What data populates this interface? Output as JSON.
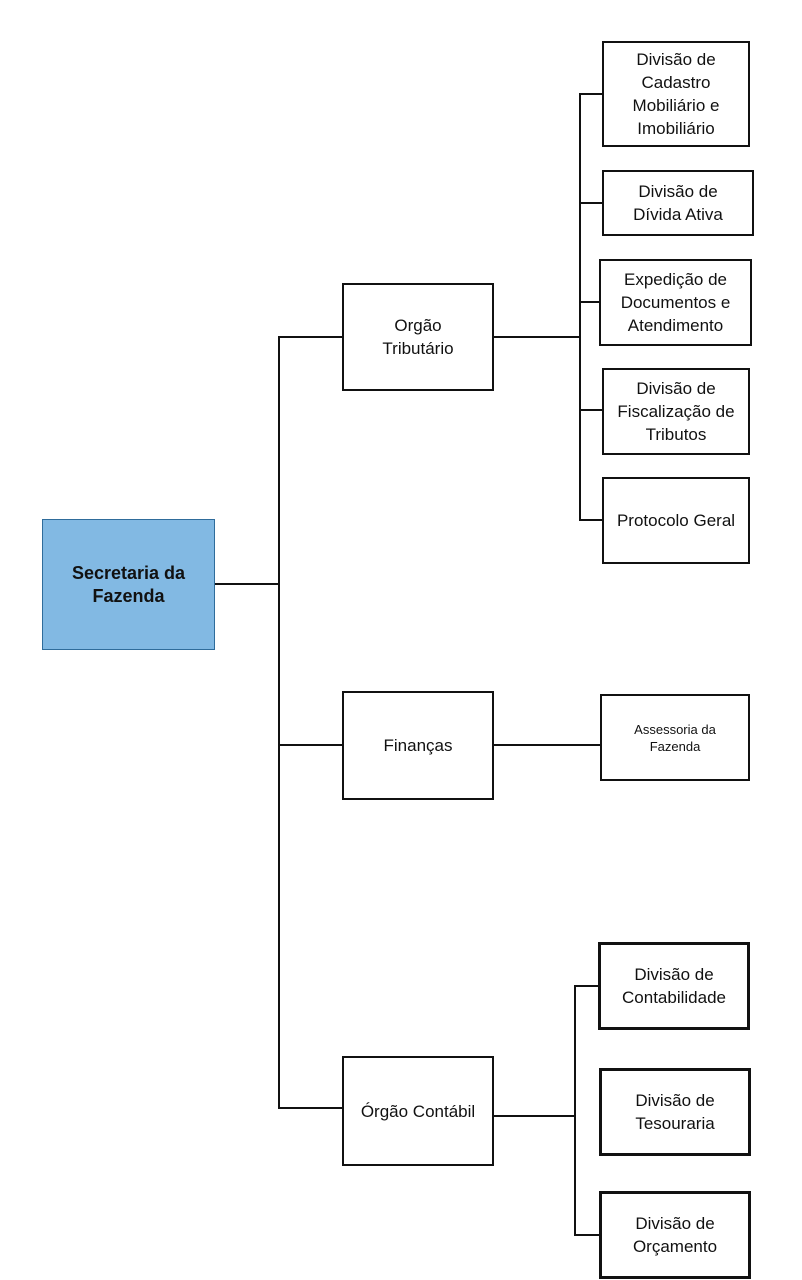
{
  "diagram": {
    "root": {
      "label": "Secretaria da Fazenda"
    },
    "branches": [
      {
        "label": "Orgão Tributário",
        "children": [
          {
            "label": "Divisão de Cadastro Mobiliário e Imobiliário"
          },
          {
            "label": "Divisão de Dívida Ativa"
          },
          {
            "label": "Expedição de Documentos e Atendimento"
          },
          {
            "label": "Divisão de Fiscalização de Tributos"
          },
          {
            "label": "Protocolo Geral"
          }
        ]
      },
      {
        "label": "Finanças",
        "children": [
          {
            "label": "Assessoria da Fazenda"
          }
        ]
      },
      {
        "label": "Órgão Contábil",
        "children": [
          {
            "label": "Divisão de Contabilidade"
          },
          {
            "label": "Divisão de Tesouraria"
          },
          {
            "label": "Divisão de Orçamento"
          }
        ]
      }
    ],
    "colors": {
      "root_fill": "#82b9e3",
      "root_border": "#2f6c9b",
      "line": "#111111"
    }
  }
}
